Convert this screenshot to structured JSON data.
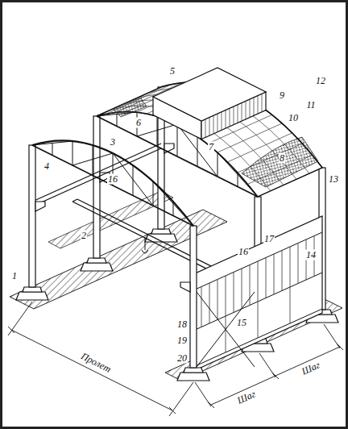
{
  "diagram": {
    "labels": [
      "1",
      "2",
      "3",
      "4",
      "5",
      "6",
      "7",
      "8",
      "9",
      "10",
      "11",
      "12",
      "13",
      "14",
      "15",
      "16",
      "16",
      "17",
      "18",
      "19",
      "20",
      "Пролет",
      "Шаг",
      "Шаг"
    ]
  }
}
